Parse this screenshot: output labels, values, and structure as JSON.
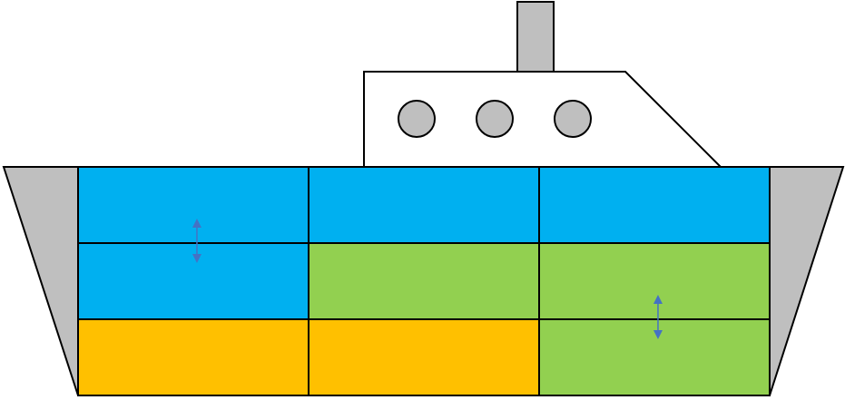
{
  "colors": {
    "background": "#ffffff",
    "hull": "#bfbfbf",
    "outline": "#000000",
    "deckhouse": "#ffffff",
    "porthole": "#bfbfbf",
    "chimney": "#bfbfbf",
    "arrow": "#4472c4"
  },
  "ship": {
    "portholes": 3,
    "cargo_grid": {
      "rows": 3,
      "cols": 3,
      "cells": [
        [
          "#00b0f0",
          "#00b0f0",
          "#00b0f0"
        ],
        [
          "#00b0f0",
          "#92d050",
          "#92d050"
        ],
        [
          "#ffc000",
          "#ffc000",
          "#92d050"
        ]
      ]
    },
    "swap_arrows": [
      {
        "col": 0,
        "between_rows": [
          0,
          1
        ]
      },
      {
        "col": 2,
        "between_rows": [
          1,
          2
        ]
      }
    ]
  }
}
